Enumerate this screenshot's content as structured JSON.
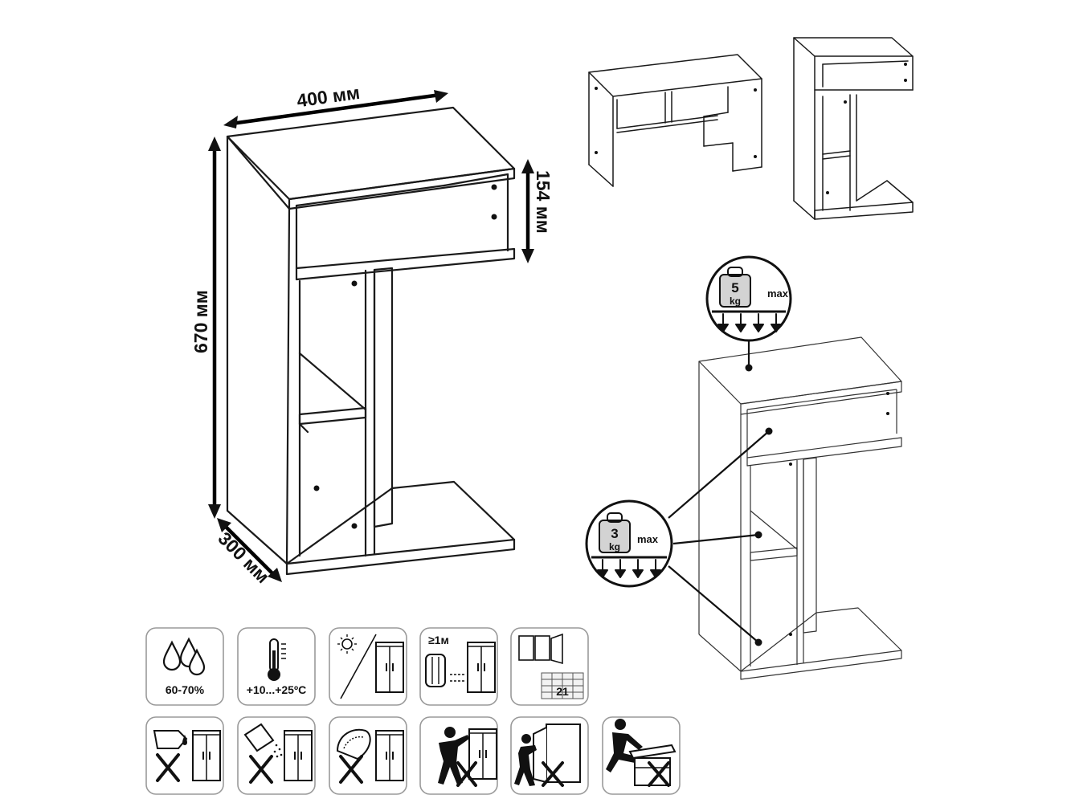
{
  "dimensions": {
    "width": "400 мм",
    "height": "670 мм",
    "depth": "300 мм",
    "shelf_height": "154 мм"
  },
  "load_limits": [
    {
      "weight": "5",
      "unit": "kg",
      "label": "max"
    },
    {
      "weight": "3",
      "unit": "kg",
      "label": "max"
    }
  ],
  "care_icons": [
    {
      "icon": "humidity-icon",
      "caption": "60-70%"
    },
    {
      "icon": "temperature-icon",
      "caption": "+10...+25ºC"
    },
    {
      "icon": "no-direct-sunlight-icon"
    },
    {
      "icon": "distance-from-heater-icon",
      "caption": "≥1м"
    },
    {
      "icon": "room-conditions-icon",
      "caption": "21"
    }
  ],
  "warning_icons": [
    {
      "icon": "no-wet-cleaning-icon"
    },
    {
      "icon": "no-chemicals-icon"
    },
    {
      "icon": "no-abrasive-icon"
    },
    {
      "icon": "no-moving-pushing-icon"
    },
    {
      "icon": "no-leaning-on-doors-icon"
    },
    {
      "icon": "no-climbing-icon"
    }
  ]
}
